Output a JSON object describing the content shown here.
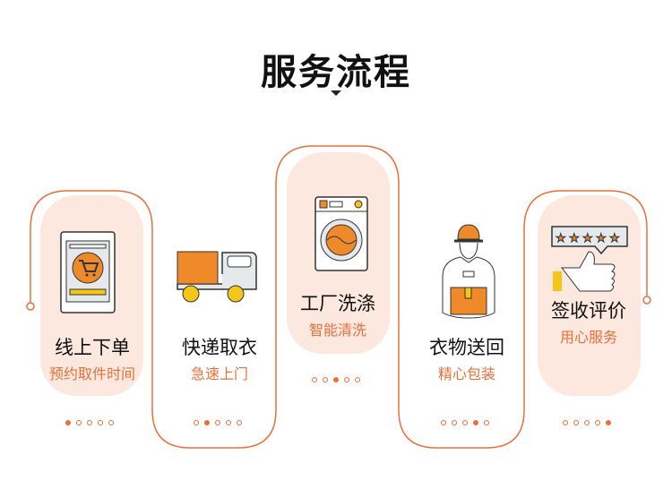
{
  "title": "服务流程",
  "colors": {
    "accent": "#e8703a",
    "card_fill": "#fce8df",
    "icon_orange": "#ef8a2a",
    "icon_yellow": "#f5c518"
  },
  "steps": [
    {
      "title": "线上下单",
      "subtitle": "预约取件时间",
      "icon": "tablet-cart-icon",
      "active_dot": 0
    },
    {
      "title": "快递取衣",
      "subtitle": "急速上门",
      "icon": "truck-icon",
      "active_dot": 1
    },
    {
      "title": "工厂洗涤",
      "subtitle": "智能清洗",
      "icon": "washing-machine-icon",
      "active_dot": 2
    },
    {
      "title": "衣物送回",
      "subtitle": "精心包装",
      "icon": "delivery-man-icon",
      "active_dot": 3
    },
    {
      "title": "签收评价",
      "subtitle": "用心服务",
      "icon": "thumbs-up-rating-icon",
      "active_dot": 4
    }
  ]
}
